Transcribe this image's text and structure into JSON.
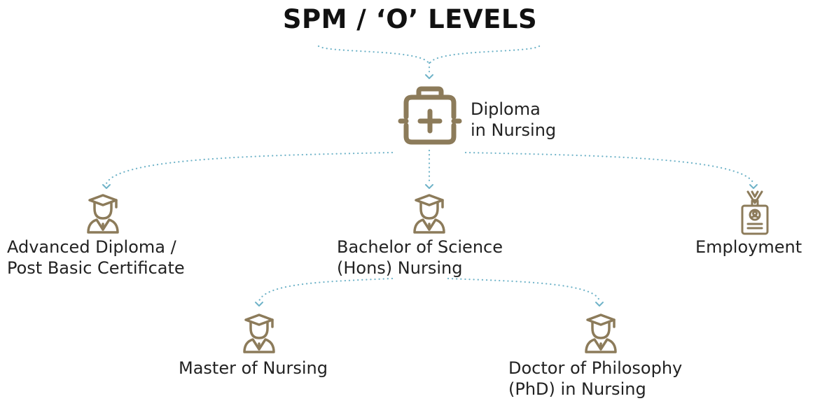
{
  "title": "SPM / ‘O’ LEVELS",
  "colors": {
    "icon": "#8c7b5a",
    "connector": "#6fb3c8",
    "text": "#222222"
  },
  "nodes": {
    "diploma": {
      "line1": "Diploma",
      "line2": "in Nursing",
      "icon": "medical-briefcase-icon"
    },
    "advanced": {
      "line1": "Advanced Diploma /",
      "line2": "Post Basic Certificate",
      "icon": "graduate-icon"
    },
    "bachelor": {
      "line1": "Bachelor of Science",
      "line2": "(Hons) Nursing",
      "icon": "graduate-icon"
    },
    "employment": {
      "line1": "Employment",
      "icon": "id-badge-icon"
    },
    "master": {
      "line1": "Master of Nursing",
      "icon": "graduate-icon"
    },
    "phd": {
      "line1": "Doctor of Philosophy",
      "line2": "(PhD) in Nursing",
      "icon": "graduate-icon"
    }
  }
}
